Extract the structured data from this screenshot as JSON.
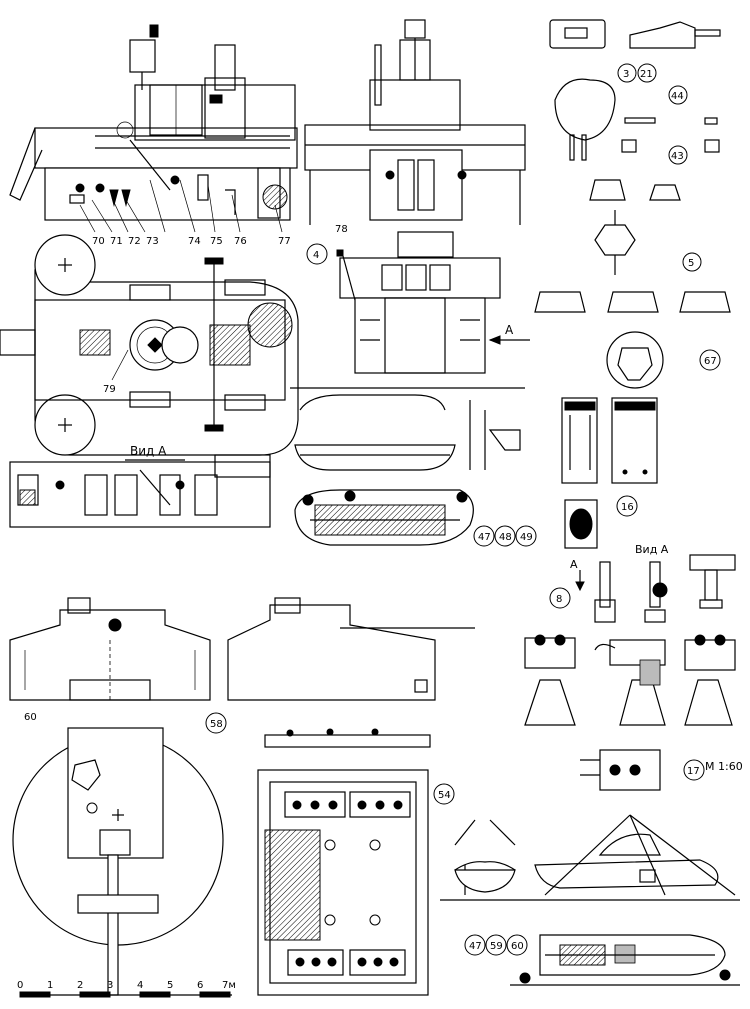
{
  "callouts": {
    "n70": "70",
    "n71": "71",
    "n72": "72",
    "n73": "73",
    "n74": "74",
    "n75": "75",
    "n76": "76",
    "n77": "77",
    "n78": "78",
    "n79": "79",
    "n4": "4",
    "n5": "5",
    "n3": "3",
    "n21": "21",
    "n44": "44",
    "n43": "43",
    "n67": "67",
    "n16": "16",
    "n8": "8",
    "n17": "17",
    "n58": "58",
    "n54": "54",
    "n60": "60",
    "n47a": "47",
    "n48": "48",
    "n49": "49",
    "n47b": "47",
    "n59": "59",
    "n60b": "60"
  },
  "view_labels": {
    "vid_a_main": "Вид А",
    "vid_a_small": "Вид А",
    "arrow_a_right": "А",
    "arrow_a_left": "А",
    "scale_note": "М 1:60"
  },
  "scale_bar": {
    "ticks": [
      "0",
      "1",
      "2",
      "3",
      "4",
      "5",
      "6",
      "7м"
    ]
  }
}
